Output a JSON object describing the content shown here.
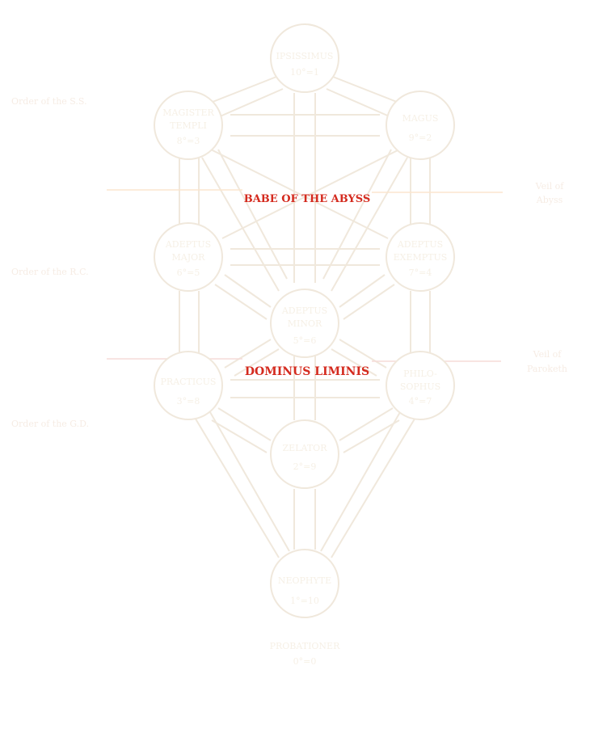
{
  "colors": {
    "accent_red": "#d42a1e",
    "line": "#f0e8dc",
    "faint_text": "#f6f0e6"
  },
  "grades": {
    "ipsissimus": {
      "name": "IPSISSIMUS",
      "num": "10°=1"
    },
    "magister": {
      "name_1": "MAGISTER",
      "name_2": "TEMPLI",
      "num": "8°=3"
    },
    "magus": {
      "name": "MAGUS",
      "num": "9°=2"
    },
    "adeptus_major": {
      "name_1": "ADEPTUS",
      "name_2": "MAJOR",
      "num": "6°=5"
    },
    "adeptus_exemptus": {
      "name_1": "ADEPTUS",
      "name_2": "EXEMPTUS",
      "num": "7°=4"
    },
    "adeptus_minor": {
      "name_1": "ADEPTUS",
      "name_2": "MINOR",
      "num": "5°=6"
    },
    "practicus": {
      "name": "PRACTICUS",
      "num": "3°=8"
    },
    "philosophus": {
      "name_1": "PHILO-",
      "name_2": "SOPHUS",
      "num": "4°=7"
    },
    "zelator": {
      "name": "ZELATOR",
      "num": "2°=9"
    },
    "neophyte": {
      "name": "NEOPHYTE",
      "num": "1°=10"
    },
    "probationer": {
      "name": "PROBATIONER",
      "num": "0°=0"
    }
  },
  "labels": {
    "babe": "BABE OF THE ABYSS",
    "dominus": "DOMINUS LIMINIS"
  },
  "orders": {
    "ss": "Order of the S.S.",
    "rc": "Order of the R.C.",
    "gd": "Order of the G.D."
  },
  "veils": {
    "abyss_1": "Veil of",
    "abyss_2": "Abyss",
    "paroketh_1": "Veil of",
    "paroketh_2": "Paroketh"
  }
}
